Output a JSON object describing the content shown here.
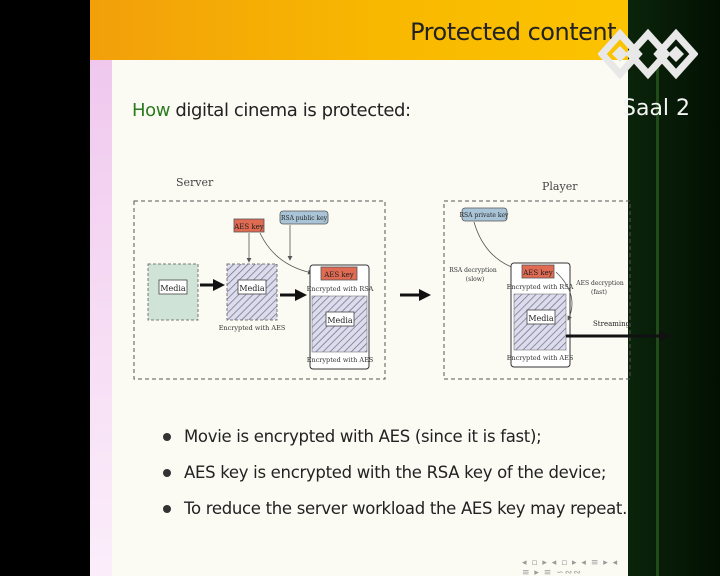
{
  "slide": {
    "title": "Protected content",
    "intro_prefix": "How",
    "intro_rest": " digital cinema is protected:",
    "channel_label": "Saal 2",
    "nav_symbols": "◂ ▫ ▸ ◂ ▫ ▸ ◂ ≡ ▸ ◂ ≡ ▸ ≡ ∽∾∾"
  },
  "diagram": {
    "server_label": "Server",
    "player_label": "Player",
    "media_label": "Media",
    "aes_key_label": "AES key",
    "rsa_public_key_label": "RSA public key",
    "rsa_private_key_label": "RSA private key",
    "encrypted_with_aes": "Encrypted with AES",
    "encrypted_with_rsa": "Encrypted with RSA",
    "rsa_decryption_line1": "RSA decryption",
    "rsa_decryption_line2": "(slow)",
    "aes_decryption_line1": "AES decryption",
    "aes_decryption_line2": "(fast)",
    "streaming_label": "Streaming"
  },
  "bullets": [
    "Movie is encrypted with AES (since it is fast);",
    "AES key is encrypted with the RSA key of the device;",
    "To reduce the server workload the AES key may repeat."
  ],
  "colors": {
    "header": "#f8b800",
    "intro_highlight": "#2a7a1e",
    "aes_key": "#e06b52",
    "rsa_key": "#a9c4d6",
    "media_plain": "#cfe4d6"
  }
}
